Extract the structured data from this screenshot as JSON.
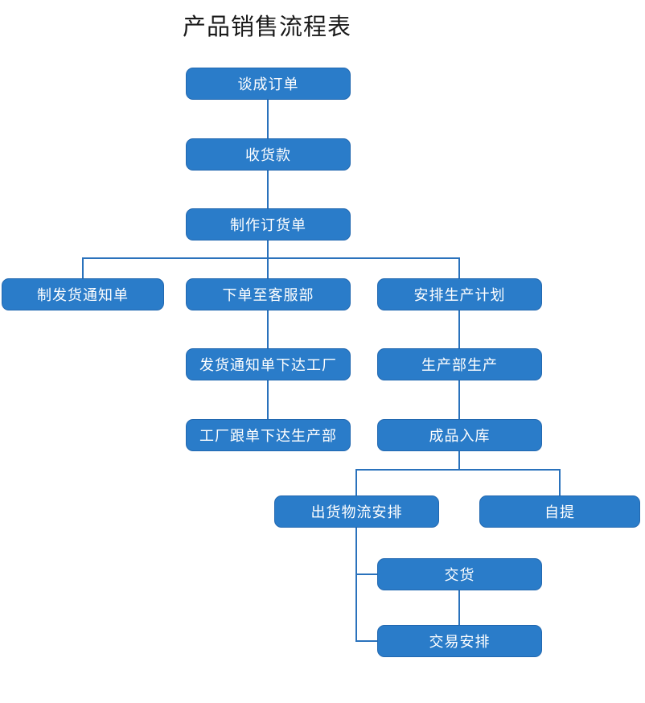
{
  "diagram": {
    "title": "产品销售流程表",
    "nodes": [
      {
        "id": "negotiate-order",
        "label": "谈成订单"
      },
      {
        "id": "receive-payment",
        "label": "收货款"
      },
      {
        "id": "make-order-form",
        "label": "制作订货单"
      },
      {
        "id": "make-shipping-notice",
        "label": "制发货通知单"
      },
      {
        "id": "order-to-service-dept",
        "label": "下单至客服部"
      },
      {
        "id": "arrange-production-plan",
        "label": "安排生产计划"
      },
      {
        "id": "notice-to-factory",
        "label": "发货通知单下达工厂"
      },
      {
        "id": "production-dept-produce",
        "label": "生产部生产"
      },
      {
        "id": "factory-follow-to-prod",
        "label": "工厂跟单下达生产部"
      },
      {
        "id": "finished-goods-in-stock",
        "label": "成品入库"
      },
      {
        "id": "shipping-logistics",
        "label": "出货物流安排"
      },
      {
        "id": "self-pickup",
        "label": "自提"
      },
      {
        "id": "deliver-goods",
        "label": "交货"
      },
      {
        "id": "transaction-arrangement",
        "label": "交易安排"
      }
    ],
    "edges": [
      {
        "from": "negotiate-order",
        "to": "receive-payment"
      },
      {
        "from": "receive-payment",
        "to": "make-order-form"
      },
      {
        "from": "make-order-form",
        "to": "make-shipping-notice"
      },
      {
        "from": "make-order-form",
        "to": "order-to-service-dept"
      },
      {
        "from": "make-order-form",
        "to": "arrange-production-plan"
      },
      {
        "from": "order-to-service-dept",
        "to": "notice-to-factory"
      },
      {
        "from": "notice-to-factory",
        "to": "factory-follow-to-prod"
      },
      {
        "from": "arrange-production-plan",
        "to": "production-dept-produce"
      },
      {
        "from": "production-dept-produce",
        "to": "finished-goods-in-stock"
      },
      {
        "from": "finished-goods-in-stock",
        "to": "shipping-logistics"
      },
      {
        "from": "finished-goods-in-stock",
        "to": "self-pickup"
      },
      {
        "from": "shipping-logistics",
        "to": "deliver-goods"
      },
      {
        "from": "shipping-logistics",
        "to": "transaction-arrangement"
      },
      {
        "from": "deliver-goods",
        "to": "transaction-arrangement"
      }
    ]
  },
  "colors": {
    "node_fill": "#2A7CC9",
    "node_border": "#2268B0",
    "connector": "#2A72BC",
    "title_color": "#1A1A1A",
    "node_text": "#FFFFFF",
    "canvas_bg": "#FFFFFF"
  }
}
